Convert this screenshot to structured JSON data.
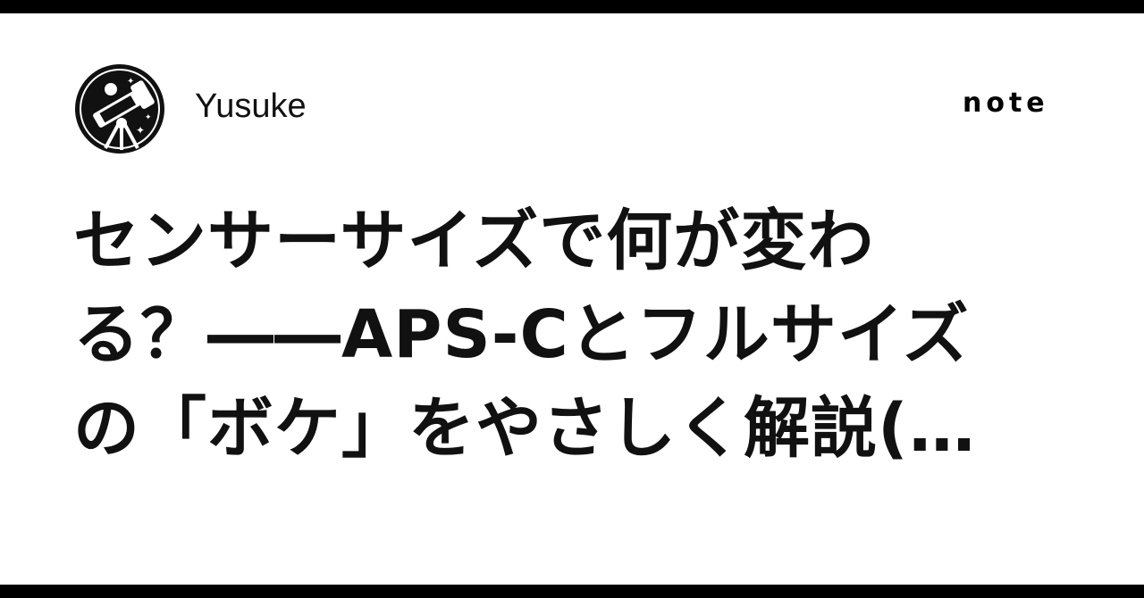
{
  "author": {
    "name": "Yusuke",
    "avatar_icon": "telescope-avatar-icon"
  },
  "brand": {
    "logo": "note"
  },
  "article": {
    "title_lines": [
      "センサーサイズで何が変わ",
      "る？――APS-Cとフルサイズ",
      "の「ボケ」をやさしく解説(…"
    ]
  }
}
